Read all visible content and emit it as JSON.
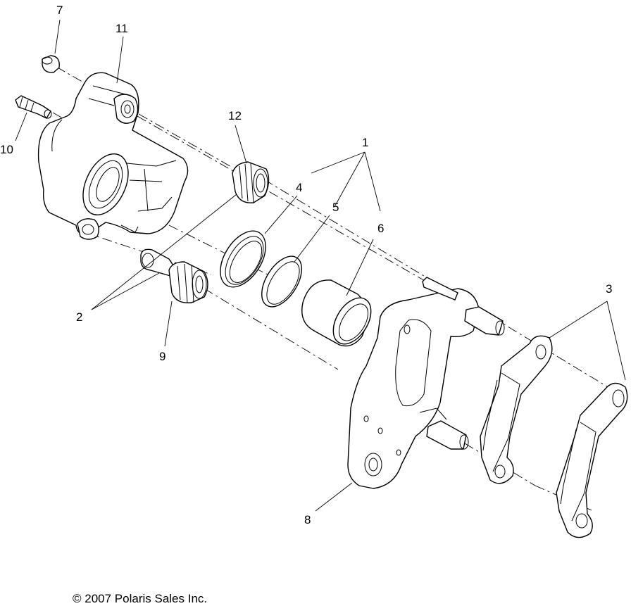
{
  "callouts": {
    "c1": "1",
    "c2": "2",
    "c3": "3",
    "c4": "4",
    "c5": "5",
    "c6": "6",
    "c7": "7",
    "c8": "8",
    "c9": "9",
    "c10": "10",
    "c11": "11",
    "c12": "12"
  },
  "footer": {
    "copyright": "© 2007 Polaris Sales Inc."
  }
}
